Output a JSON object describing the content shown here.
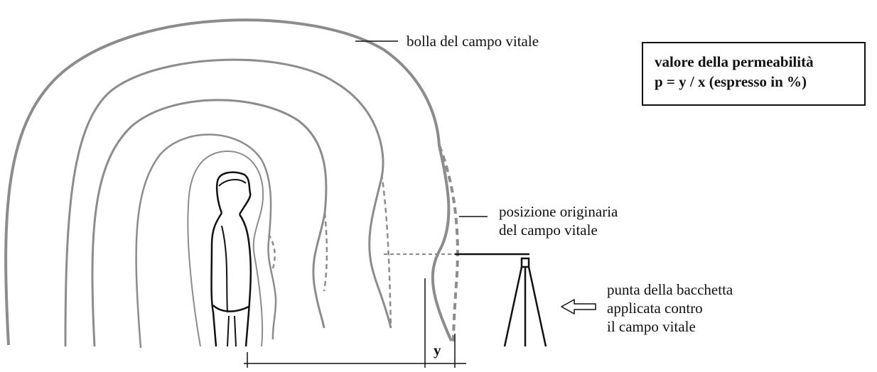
{
  "labels": {
    "bubble": "bolla del campo vitale",
    "original_position": [
      "posizione originaria",
      "del campo vitale"
    ],
    "rod_tip": [
      "punta della bacchetta",
      "applicata contro",
      "il campo vitale"
    ],
    "y_marker": "y"
  },
  "formula": {
    "line1": "valore della permeabilità",
    "line2": "p = y / x (espresso in %)"
  },
  "colors": {
    "field_line": "#8c8c8c",
    "ink": "#111111"
  }
}
